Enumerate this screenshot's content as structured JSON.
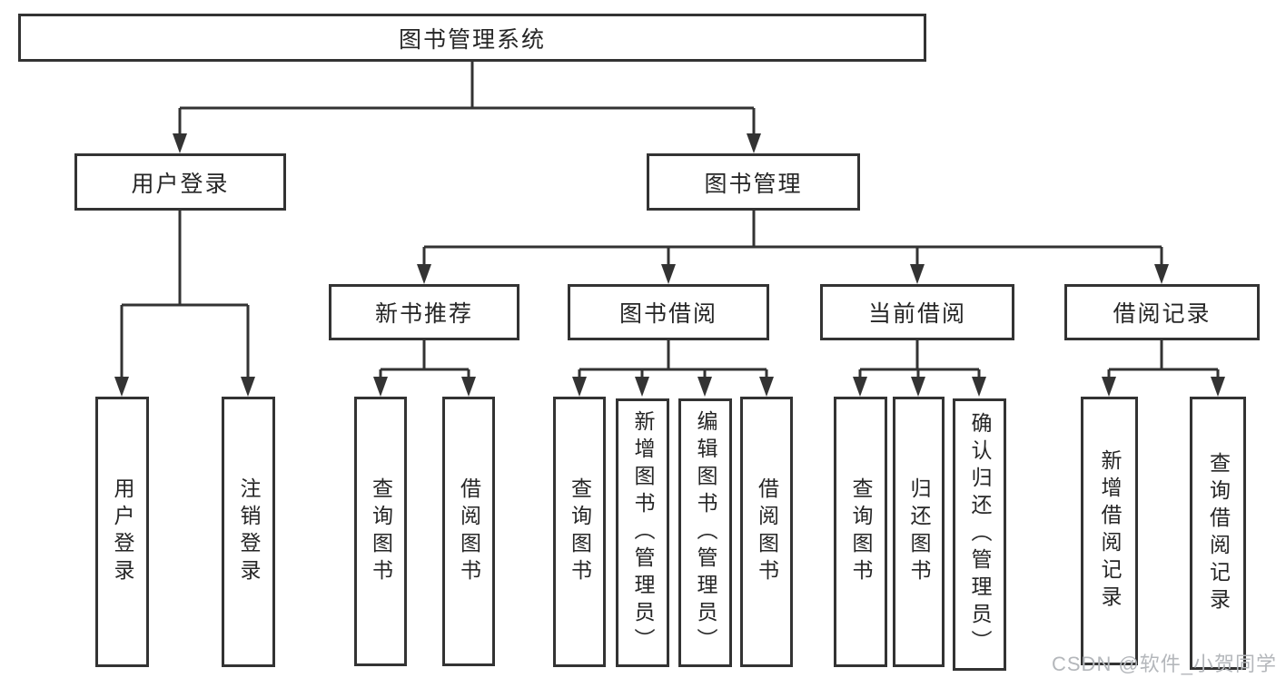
{
  "tree": {
    "label": "图书管理系统",
    "children": [
      {
        "label": "用户登录",
        "children": [
          {
            "label": "用户登录"
          },
          {
            "label": "注销登录"
          }
        ]
      },
      {
        "label": "图书管理",
        "children": [
          {
            "label": "新书推荐",
            "children": [
              {
                "label": "查询图书"
              },
              {
                "label": "借阅图书"
              }
            ]
          },
          {
            "label": "图书借阅",
            "children": [
              {
                "label": "查询图书"
              },
              {
                "label": "新增图书（管理员）"
              },
              {
                "label": "编辑图书（管理员）"
              },
              {
                "label": "借阅图书"
              }
            ]
          },
          {
            "label": "当前借阅",
            "children": [
              {
                "label": "查询图书"
              },
              {
                "label": "归还图书"
              },
              {
                "label": "确认归还（管理员）"
              }
            ]
          },
          {
            "label": "借阅记录",
            "children": [
              {
                "label": "新增借阅记录"
              },
              {
                "label": "查询借阅记录"
              }
            ]
          }
        ]
      }
    ]
  },
  "watermark": {
    "text": "CSDN @软件_小贺同学"
  },
  "colors": {
    "line": "#333333",
    "text": "#262626",
    "background": "#ffffff",
    "watermark": "#b4b7bb"
  }
}
